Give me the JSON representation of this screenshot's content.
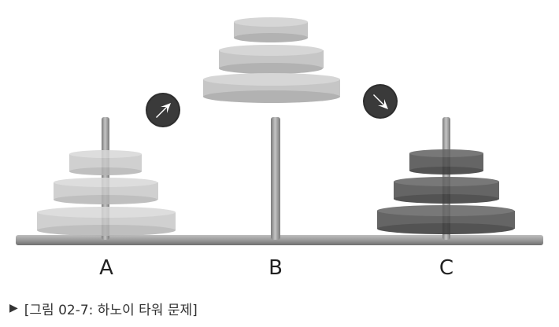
{
  "pegs": [
    {
      "id": "a",
      "label": "A"
    },
    {
      "id": "b",
      "label": "B"
    },
    {
      "id": "c",
      "label": "C"
    }
  ],
  "disks": {
    "a": {
      "count": 3,
      "color": "#c9c9c9"
    },
    "b": {
      "count": 3,
      "color": "#c9c9c9"
    },
    "c": {
      "count": 3,
      "color": "#4a4a4a"
    }
  },
  "arrows": [
    {
      "id": "arrow-up-right",
      "direction": "up-right",
      "icon": "arrow-up-right-icon"
    },
    {
      "id": "arrow-down-right",
      "direction": "down-right",
      "icon": "arrow-down-right-icon"
    }
  ],
  "caption": {
    "marker": "▶",
    "text": "[그림 02-7: 하노이 타워 문제]"
  },
  "colors": {
    "base": "#8f8f8f",
    "rod": "#9a9a9a",
    "light_disk": "#c9c9c9",
    "dark_disk": "#4a4a4a",
    "arrow_badge": "#333333"
  }
}
